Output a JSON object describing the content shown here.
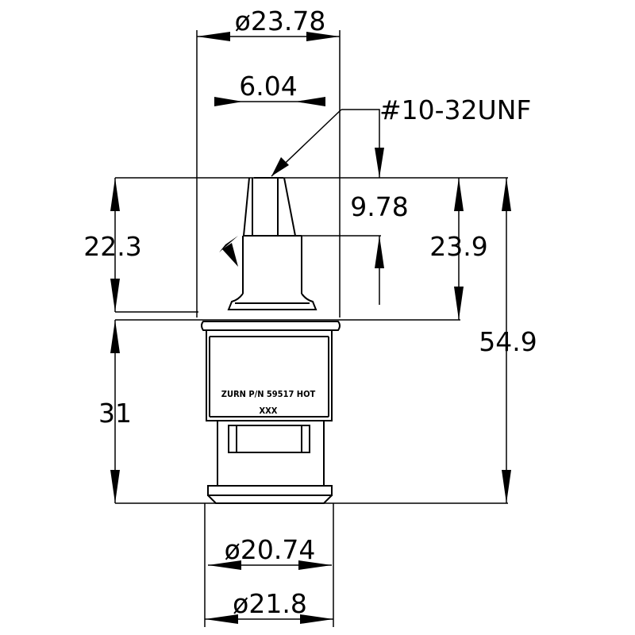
{
  "dimensions": {
    "top_diameter": "ø23.78",
    "stem_width": "6.04",
    "thread_callout": "#10-32UNF",
    "stem_height": "9.78",
    "left_upper_height": "22.3",
    "right_upper_height": "23.9",
    "overall_height": "54.9",
    "body_height": "31",
    "bottom_inner_diameter": "ø20.74",
    "bottom_outer_diameter": "ø21.8"
  },
  "part_label": {
    "line1": "ZURN P/N 59517 HOT",
    "line2": "XXX"
  }
}
